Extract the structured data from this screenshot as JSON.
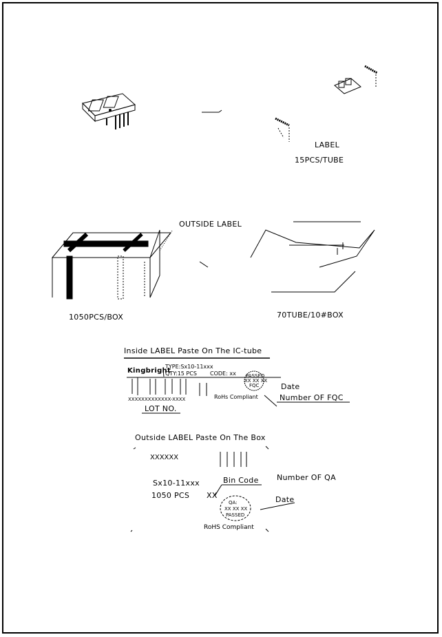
{
  "tube_section": {
    "label": "LABEL",
    "qty_per_tube": "15PCS/TUBE"
  },
  "box_section": {
    "outside_label": "OUTSIDE LABEL",
    "pcs_per_box": "1050PCS/BOX",
    "tubes_per_box": "70TUBE/10#BOX"
  },
  "inside_label": {
    "title": "Inside LABEL Paste On The IC-tube",
    "brand": "Kingbright",
    "type_line": "TYPE:Sx10-11xxx",
    "qty_line": "QTY:15 PCS",
    "code_line": "CODE: xx",
    "stamp_line1": "PASSED",
    "stamp_line2": "XX XX XX",
    "stamp_line3": "FQC",
    "barcode_text": "XXXXXXXXXXXXX-XXXX",
    "rohs": "RoHs Compliant",
    "date": "Date",
    "number_fqc": "Number OF FQC",
    "lot_no": "LOT NO."
  },
  "outside_label_box": {
    "title": "Outside LABEL Paste On The Box",
    "xxxxxx": "XXXXXX",
    "part": "Sx10-11xxx",
    "qty": "1050 PCS",
    "xx": "XX",
    "bin_code": "Bin Code",
    "number_qa": "Number OF QA",
    "date": "Date",
    "stamp_line1": "QA:",
    "stamp_line2": "XX XX XX",
    "stamp_line3": "PASSED",
    "rohs": "RoHS Compliant"
  }
}
